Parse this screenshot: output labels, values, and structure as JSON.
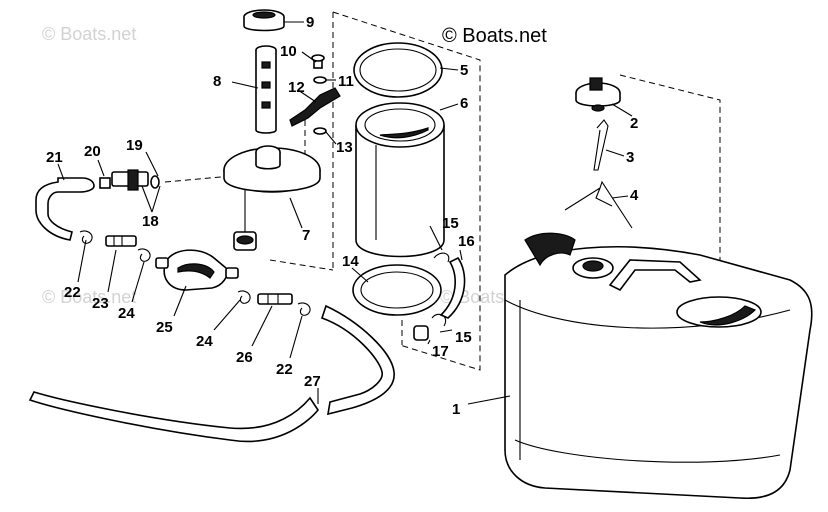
{
  "copyright": "© Boats.net",
  "watermarks": [
    "© Boats.net",
    "© Boats.net",
    "© Boats.net"
  ],
  "callouts": [
    "1",
    "2",
    "3",
    "4",
    "5",
    "6",
    "7",
    "8",
    "9",
    "10",
    "11",
    "12",
    "13",
    "14",
    "15",
    "15",
    "16",
    "17",
    "18",
    "19",
    "20",
    "21",
    "22",
    "22",
    "23",
    "24",
    "24",
    "25",
    "26",
    "27"
  ]
}
